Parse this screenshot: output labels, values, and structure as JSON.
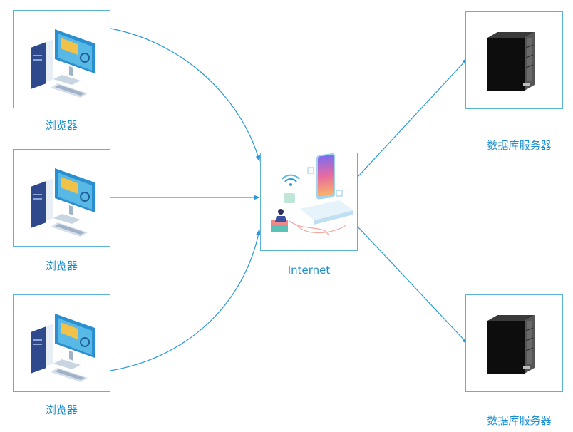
{
  "nodes": {
    "browser_1": {
      "label": "浏览器",
      "icon": "desktop-computer-icon"
    },
    "browser_2": {
      "label": "浏览器",
      "icon": "desktop-computer-icon"
    },
    "browser_3": {
      "label": "浏览器",
      "icon": "desktop-computer-icon"
    },
    "internet": {
      "label": "Internet",
      "icon": "internet-illustration-icon"
    },
    "db_server_1": {
      "label": "数据库服务器",
      "icon": "server-tower-icon"
    },
    "db_server_2": {
      "label": "数据库服务器",
      "icon": "server-tower-icon"
    }
  },
  "edges": [
    {
      "from": "browser_1",
      "to": "internet"
    },
    {
      "from": "browser_2",
      "to": "internet"
    },
    {
      "from": "browser_3",
      "to": "internet"
    },
    {
      "from": "internet",
      "to": "db_server_1"
    },
    {
      "from": "internet",
      "to": "db_server_2"
    }
  ],
  "colors": {
    "accent": "#1a8fd0",
    "border": "#5bb3d9",
    "edge": "#2a9ad6"
  }
}
